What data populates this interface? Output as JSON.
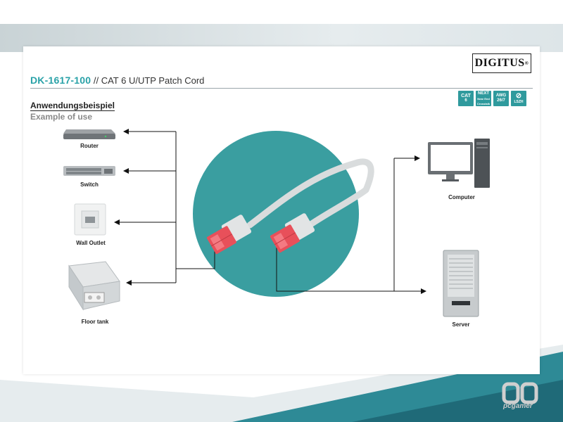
{
  "product": {
    "code": "DK-1617-100",
    "description": "// CAT 6 U/UTP Patch Cord"
  },
  "brand": {
    "logo": "DIGITUS",
    "registered": "®"
  },
  "badges": [
    {
      "line1": "CAT",
      "line2": "6",
      "line3": ""
    },
    {
      "line1": "NEXT",
      "line2": "Near End",
      "line3": "Crosstalk"
    },
    {
      "line1": "AWG",
      "line2": "26/7",
      "line3": ""
    },
    {
      "line1": "",
      "line2": "",
      "line3": "LSZH"
    }
  ],
  "section": {
    "heading": "Anwendungsbeispiel",
    "subheading": "Example of use"
  },
  "devices_left": [
    {
      "label": "Router",
      "icon": "router-icon"
    },
    {
      "label": "Switch",
      "icon": "switch-icon"
    },
    {
      "label": "Wall Outlet",
      "icon": "wall-outlet-icon"
    },
    {
      "label": "Floor tank",
      "icon": "floor-tank-icon"
    }
  ],
  "devices_right": [
    {
      "label": "Computer",
      "icon": "computer-icon"
    },
    {
      "label": "Server",
      "icon": "server-icon"
    }
  ],
  "colors": {
    "accent": "#2aa2a8",
    "circle": "#3a9ea0",
    "connector": "#e8505a",
    "cable": "#dde1e2"
  },
  "watermark": "pcgamer"
}
